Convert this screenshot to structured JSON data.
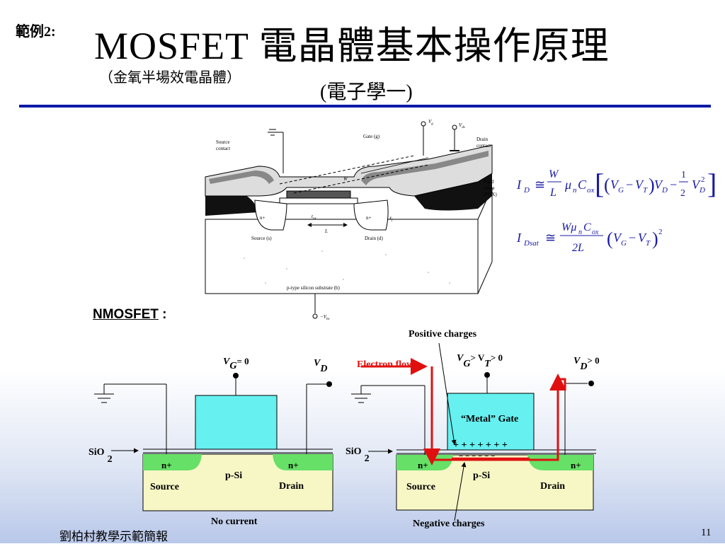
{
  "header": {
    "example_label": "範例2:",
    "title": "MOSFET 電晶體基本操作原理",
    "subtitle_cn": "（金氧半場效電晶體）",
    "subtitle_course": "(電子學一)"
  },
  "figure": {
    "labels": {
      "vg": "V",
      "vg_sub": "g",
      "vds": "V",
      "vds_sub": "ds",
      "source_contact": [
        "Source",
        "contact"
      ],
      "gate": "Gate (g)",
      "drain_contact": [
        "Drain",
        "contact"
      ],
      "field_oxide": [
        "Field",
        "oxide",
        "(FOX)"
      ],
      "width": "W",
      "nplus_left": "n+",
      "nplus_right": "n+",
      "tox": "t",
      "tox_sub": "ox",
      "xj": "x",
      "xj_sub": "j",
      "length": "L",
      "source": "Source (s)",
      "drain": "Drain (d)",
      "substrate": "p-type silicon substrate (b)",
      "vbs": "−V",
      "vbs_sub": "bs"
    }
  },
  "equations": {
    "eq1": "I_D ≅ (W/L) μ_n C_ox [ (V_G − V_T) V_D − ½ V_D² ]",
    "eq2": "I_Dsat ≅ (W μ_n C_ox / 2L) (V_G − V_T)²"
  },
  "nmos": {
    "label": "NMOSFET",
    "colon": " :"
  },
  "left_diagram": {
    "vg_label": "V",
    "vg_sub": "G",
    "vg_value": "= 0",
    "vd_label": "V",
    "vd_sub": "D",
    "sio2": "SiO",
    "sio2_sub": "2",
    "nplus_left": "n+",
    "nplus_right": "n+",
    "psi": "p-Si",
    "source": "Source",
    "drain": "Drain",
    "caption": "No current"
  },
  "right_diagram": {
    "positive_charges": "Positive charges",
    "electron_flow": "Electron flow",
    "vg_label": "V",
    "vg_sub": "G",
    "vg_cond": "> V",
    "vt_sub": "T",
    "vt_cond": "> 0",
    "vd_label": "V",
    "vd_sub": "D",
    "vd_cond": "> 0",
    "gate_label": "“Metal” Gate",
    "plus_charges": "+ + + + + + +",
    "minus_charges": "− − − − − −",
    "sio2": "SiO",
    "sio2_sub": "2",
    "nplus_left": "n+",
    "nplus_right": "n+",
    "psi": "p-Si",
    "source": "Source",
    "drain": "Drain",
    "negative_charges": "Negative charges"
  },
  "footer": {
    "credit": "劉柏村教學示範簡報",
    "page": "11"
  },
  "colors": {
    "title_rule": "#0a1aa8",
    "equation": "#1a1aa8",
    "gate_fill": "#66f0f0",
    "nplus_fill": "#66e066",
    "substrate_fill": "#f7f7c6",
    "arrow_red": "#e01010"
  }
}
